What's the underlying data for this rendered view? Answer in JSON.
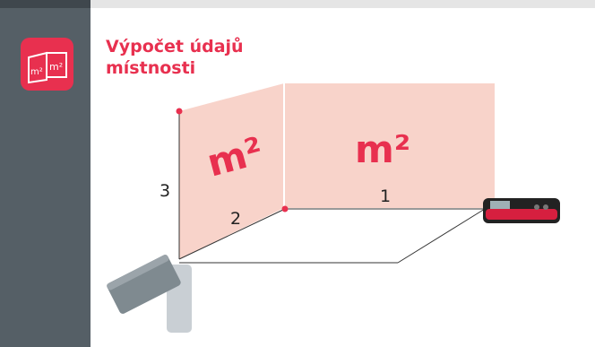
{
  "header": {
    "title": "Výpočet údajů\nmístnosti"
  },
  "icon": {
    "name": "room-area-icon",
    "left_label": "m²",
    "right_label": "m²"
  },
  "illustration": {
    "wall_left_label": "m²",
    "wall_right_label": "m²",
    "measure_1": "1",
    "measure_2": "2",
    "measure_3": "3",
    "accent_color": "#e8304f",
    "wall_fill_color": "#f8d3ca"
  }
}
